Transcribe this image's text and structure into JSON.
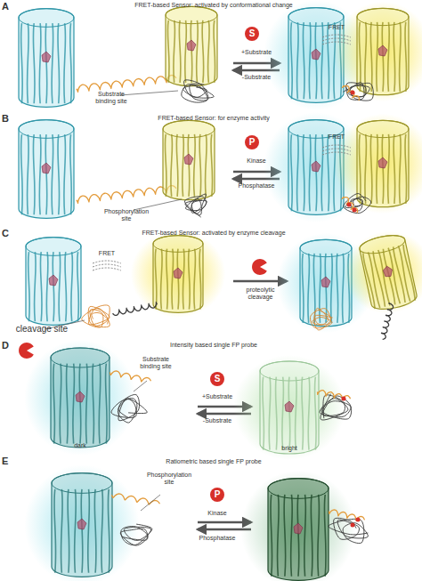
{
  "diagram": {
    "nodes": [
      {
        "text": [
          "S"
        ]
      },
      {
        "text": [
          "P"
        ]
      },
      {
        "text": [
          "S"
        ]
      },
      {
        "text": [
          "P"
        ]
      }
    ],
    "labels": [
      "A",
      "FRET-based Sensor: activated by conformational change",
      "Substrate binding site",
      "+Substrate",
      "-Substrate",
      "FRET",
      "B",
      "FRET-based Sensor: for enzyme activity",
      "Kinase",
      "Phosphatase",
      "Phosphorylation site",
      "FRET",
      "C",
      "FRET-based Sensor: activated by enzyme cleavage",
      "FRET",
      "proteolytic cleavage",
      "cleavage site",
      "D",
      "Intensity based single FP probe",
      "Substrate binding site",
      "+Substrate",
      "-Substrate",
      "dark",
      "bright",
      "E",
      "Ratiometric based single FP probe",
      "Phosphorylation site",
      "Kinase",
      "Phosphatase"
    ]
  }
}
